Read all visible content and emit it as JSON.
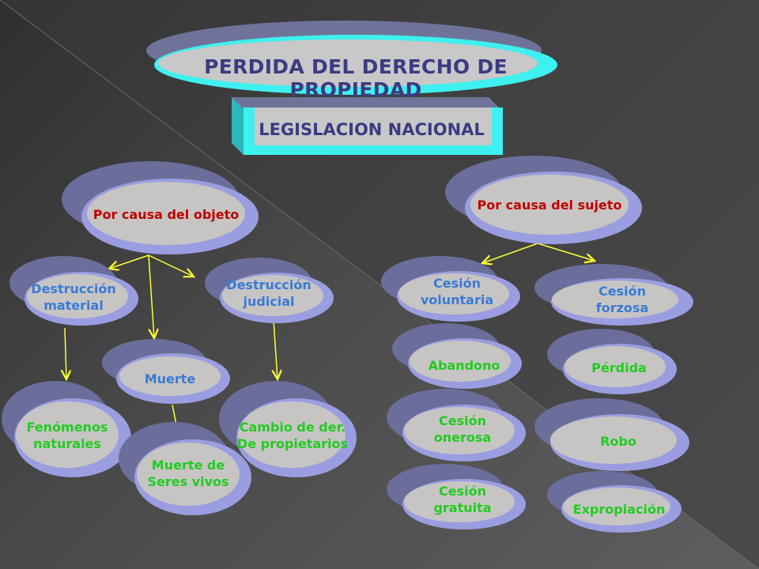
{
  "title": "PERDIDA DEL DERECHO DE PROPIEDAD",
  "subtitle": "LEGISLACION NACIONAL",
  "colors": {
    "accent_cyan": "#3ef0ef",
    "oval_front": "#c7c5c3",
    "oval_back": "#6b6e9a",
    "oval_rim": "#9a9ee0",
    "arrow": "#ffff33"
  },
  "nodes": {
    "objeto": "Por causa del objeto",
    "sujeto": "Por causa del sujeto",
    "destruccion_material": "Destrucción\nmaterial",
    "destruccion_judicial": "Destrucción\njudicial",
    "muerte": "Muerte",
    "fenomenos": "Fenómenos\nnaturales",
    "muerte_seres": "Muerte de\nSeres vivos",
    "cambio": "Cambio de der.\nDe propietarios",
    "cesion_voluntaria": "Cesión\nvoluntaria",
    "cesion_forzosa": "Cesión\nforzosa",
    "abandono": "Abandono",
    "cesion_onerosa": "Cesión\nonerosa",
    "cesion_gratuita": "Cesión\ngratuita",
    "perdida": "Pérdida",
    "robo": "Robo",
    "expropiacion": "Expropiación"
  }
}
